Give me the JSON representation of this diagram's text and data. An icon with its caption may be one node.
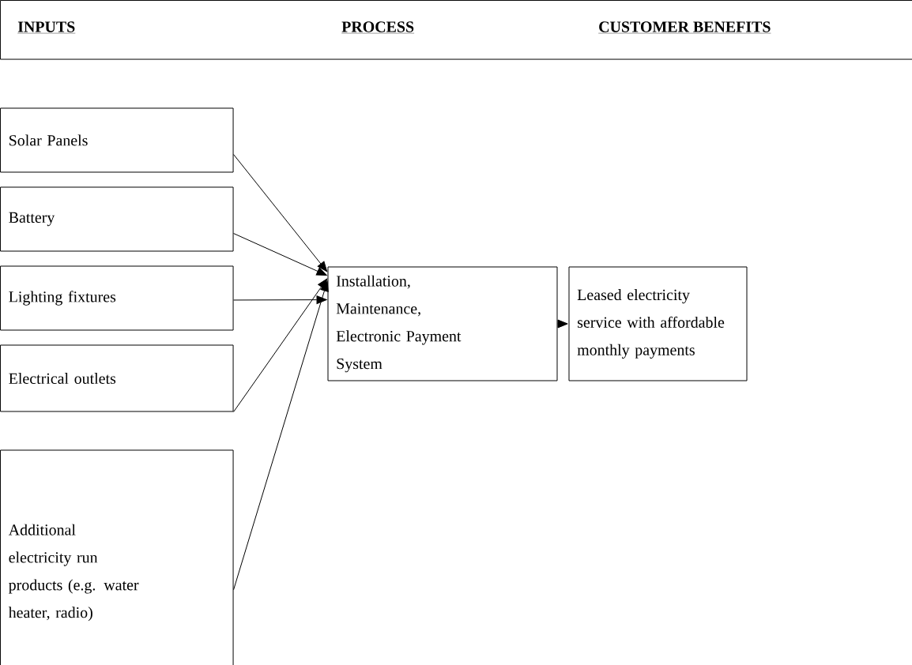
{
  "diagram": {
    "nodes": [
      {
        "text": [
          "INPUTS",
          "PROCESS",
          "CUSTOMER BENEFITS"
        ]
      },
      {
        "text": [
          "Solar Panels"
        ]
      },
      {
        "text": [
          "Battery"
        ]
      },
      {
        "text": [
          "Lighting fixtures"
        ]
      },
      {
        "text": [
          "Electrical outlets"
        ]
      },
      {
        "text": [
          "Additional electricity run products (e.g. water heater, radio)"
        ]
      },
      {
        "text": [
          "Installation, Maintenance, Electronic Payment System"
        ]
      },
      {
        "text": [
          "Leased electricity service with affordable monthly payments"
        ]
      }
    ],
    "edges": [
      {
        "from": 1,
        "to": 6,
        "arrow": "to"
      },
      {
        "from": 2,
        "to": 6,
        "arrow": "to"
      },
      {
        "from": 3,
        "to": 6,
        "arrow": "to"
      },
      {
        "from": 4,
        "to": 6,
        "arrow": "to"
      },
      {
        "from": 5,
        "to": 6,
        "arrow": "to"
      },
      {
        "from": 6,
        "to": 7,
        "arrow": "to"
      }
    ]
  }
}
